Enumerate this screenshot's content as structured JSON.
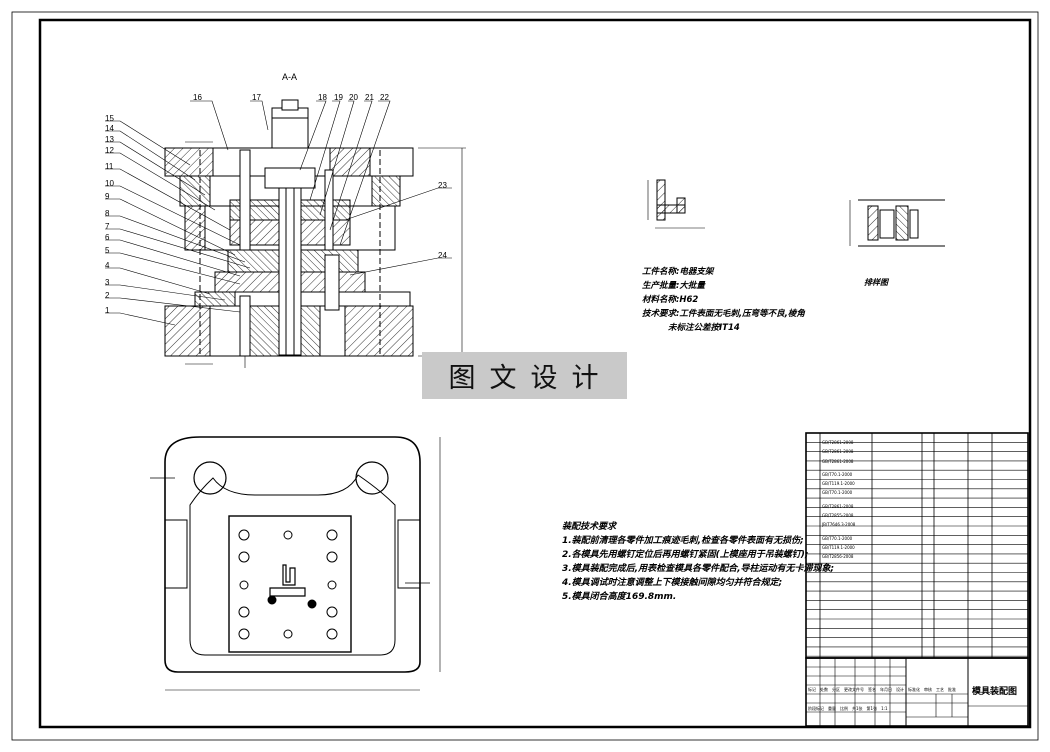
{
  "section_label": "A-A",
  "callouts_top": [
    "16",
    "17",
    "18",
    "19",
    "20",
    "21",
    "22"
  ],
  "callouts_left": [
    "15",
    "14",
    "13",
    "12",
    "11",
    "10",
    "9",
    "8",
    "7",
    "6",
    "5",
    "4",
    "3",
    "2",
    "1"
  ],
  "callouts_right": [
    "23",
    "24"
  ],
  "part_info": {
    "name": "工件名称:电器支架",
    "batch": "生产批量:大批量",
    "material": "材料名称:H62",
    "tech_1": "技术要求:工件表面无毛刺,压弯等不良,棱角",
    "tech_2": "未标注公差按IT14"
  },
  "strip_caption": "排样图",
  "watermark": "图文设计",
  "assembly_notes": {
    "heading": "装配技术要求",
    "items": [
      "1.装配前清理各零件加工痕迹毛刺,检查各零件表面有无损伤;",
      "2.各模具先用螺钉定位后再用螺钉紧固(上模座用于吊装螺钉);",
      "3.模具装配完成后,用表检查模具各零件配合,导柱运动有无卡滞现象;",
      "4.模具调试时注意调整上下模接触间隙均匀并符合规定;",
      "5.模具闭合高度169.8mm."
    ]
  },
  "title_block": {
    "title": "模具装配图",
    "cells": [
      "标记",
      "处数",
      "分区",
      "更改文件号",
      "签名",
      "年月日",
      "设计",
      "标准化",
      "审核",
      "工艺",
      "批准",
      "阶段标记",
      "重量",
      "比例",
      "共1张",
      "第1张",
      "1:1"
    ]
  },
  "bom_codes": [
    "GB/T2861-2008",
    "GB/T2861-2008",
    "GB/T2861-2008",
    "GB/T70.1-2000",
    "GB/T119.1-2000",
    "GB/T70.1-2000",
    "GB/T2861-2008",
    "GB/T2855-2008",
    "JB/T7646.3-2008",
    "GB/T70.1-2000",
    "GB/T119.1-2000",
    "GB/T2856-2008"
  ]
}
